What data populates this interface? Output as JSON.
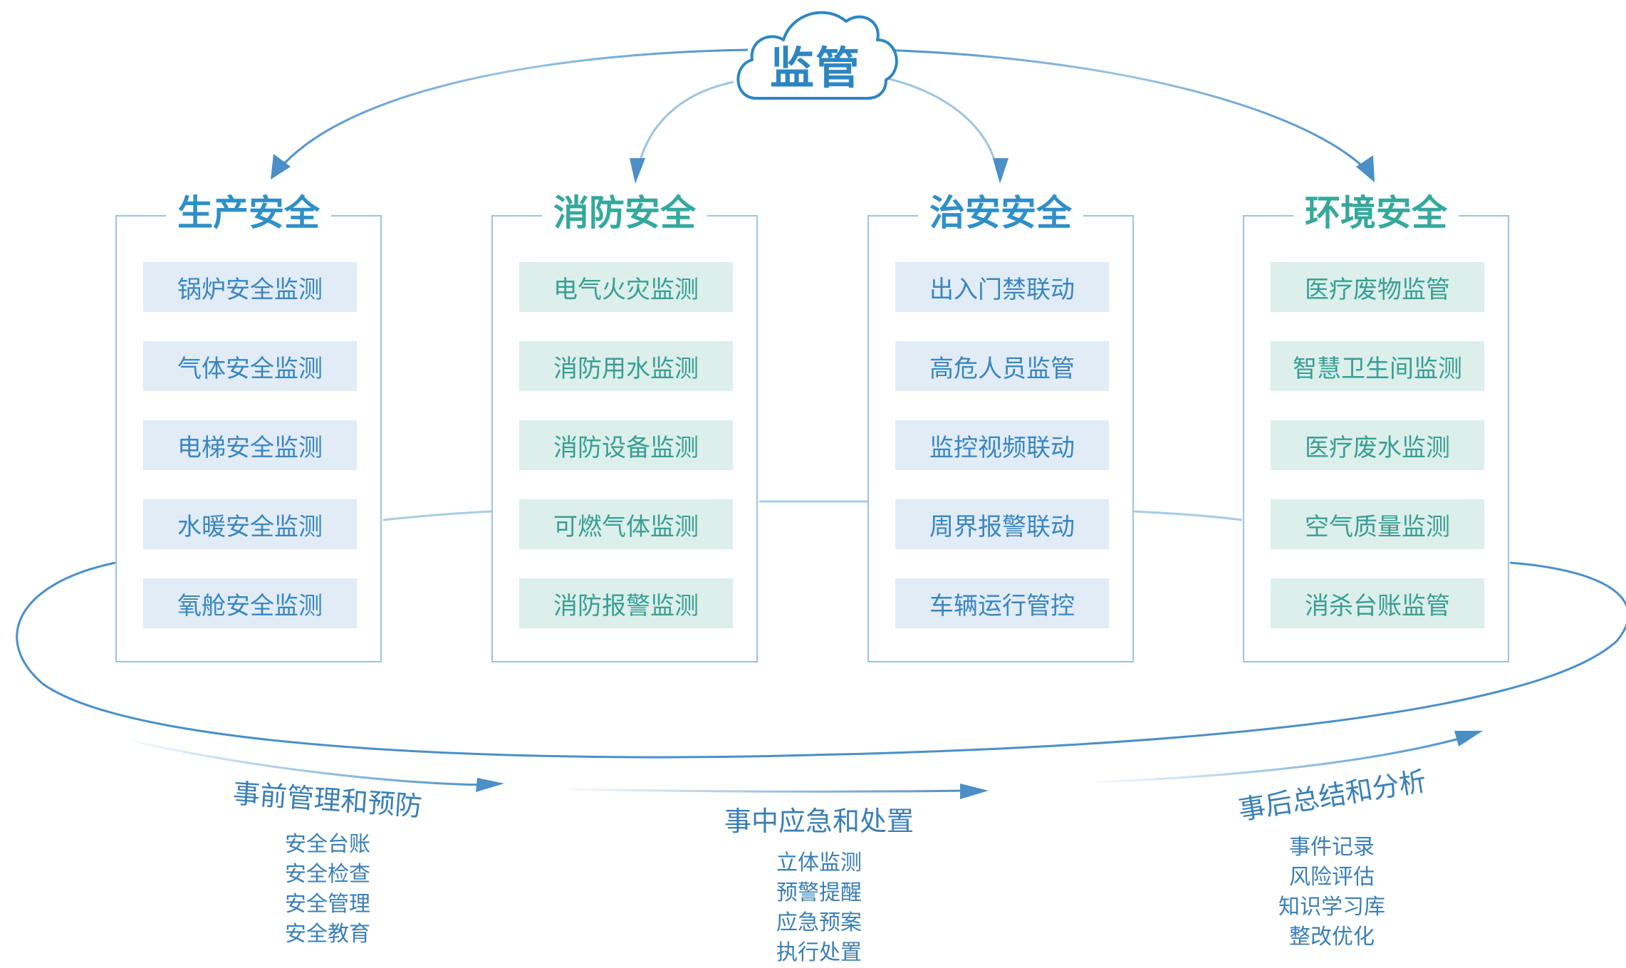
{
  "center": {
    "label": "监管"
  },
  "panels": [
    {
      "title": "生产安全",
      "items": [
        "锅炉安全监测",
        "气体安全监测",
        "电梯安全监测",
        "水暖安全监测",
        "氧舱安全监测"
      ]
    },
    {
      "title": "消防安全",
      "items": [
        "电气火灾监测",
        "消防用水监测",
        "消防设备监测",
        "可燃气体监测",
        "消防报警监测"
      ]
    },
    {
      "title": "治安安全",
      "items": [
        "出入门禁联动",
        "高危人员监管",
        "监控视频联动",
        "周界报警联动",
        "车辆运行管控"
      ]
    },
    {
      "title": "环境安全",
      "items": [
        "医疗废物监管",
        "智慧卫生间监测",
        "医疗废水监测",
        "空气质量监测",
        "消杀台账监管"
      ]
    }
  ],
  "stages": [
    {
      "title": "事前管理和预防",
      "items": [
        "安全台账",
        "安全检查",
        "安全管理",
        "安全教育"
      ]
    },
    {
      "title": "事中应急和处置",
      "items": [
        "立体监测",
        "预警提醒",
        "应急预案",
        "执行处置"
      ]
    },
    {
      "title": "事后总结和分析",
      "items": [
        "事件记录",
        "风险评估",
        "知识学习库",
        "整改优化"
      ]
    }
  ],
  "colors": {
    "blue": "#2f8fc7",
    "teal": "#35a89c",
    "line": "#4a8fc8"
  }
}
